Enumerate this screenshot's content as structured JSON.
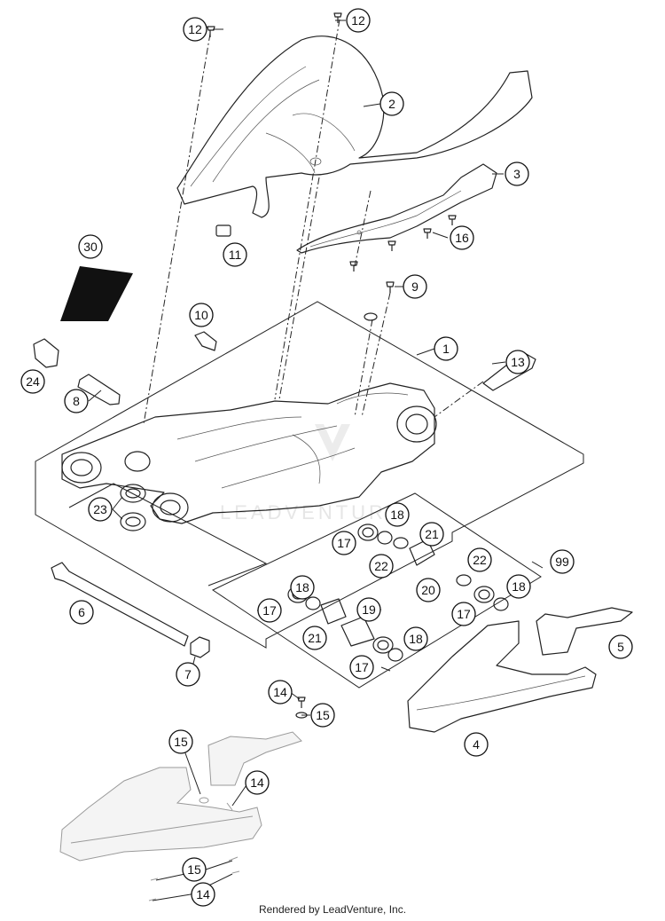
{
  "callouts": [
    {
      "id": "c12a",
      "label": "12"
    },
    {
      "id": "c12b",
      "label": "12"
    },
    {
      "id": "c2",
      "label": "2"
    },
    {
      "id": "c3",
      "label": "3"
    },
    {
      "id": "c16",
      "label": "16"
    },
    {
      "id": "c11",
      "label": "11"
    },
    {
      "id": "c30",
      "label": "30"
    },
    {
      "id": "c9",
      "label": "9"
    },
    {
      "id": "c10",
      "label": "10"
    },
    {
      "id": "c1",
      "label": "1"
    },
    {
      "id": "c13",
      "label": "13"
    },
    {
      "id": "c24",
      "label": "24"
    },
    {
      "id": "c8",
      "label": "8"
    },
    {
      "id": "c23",
      "label": "23"
    },
    {
      "id": "c18a",
      "label": "18"
    },
    {
      "id": "c17a",
      "label": "17"
    },
    {
      "id": "c21a",
      "label": "21"
    },
    {
      "id": "c22a",
      "label": "22"
    },
    {
      "id": "c22b",
      "label": "22"
    },
    {
      "id": "c99",
      "label": "99"
    },
    {
      "id": "c20",
      "label": "20"
    },
    {
      "id": "c18b",
      "label": "18"
    },
    {
      "id": "c17b",
      "label": "17"
    },
    {
      "id": "c18c",
      "label": "18"
    },
    {
      "id": "c19",
      "label": "19"
    },
    {
      "id": "c17c",
      "label": "17"
    },
    {
      "id": "c6",
      "label": "6"
    },
    {
      "id": "c21b",
      "label": "21"
    },
    {
      "id": "c18d",
      "label": "18"
    },
    {
      "id": "c17d",
      "label": "17"
    },
    {
      "id": "c5",
      "label": "5"
    },
    {
      "id": "c7",
      "label": "7"
    },
    {
      "id": "c14a",
      "label": "14"
    },
    {
      "id": "c15a",
      "label": "15"
    },
    {
      "id": "c4",
      "label": "4"
    },
    {
      "id": "c15b",
      "label": "15"
    },
    {
      "id": "c14b",
      "label": "14"
    },
    {
      "id": "c15c",
      "label": "15"
    },
    {
      "id": "c14c",
      "label": "14"
    }
  ],
  "watermark": "LEADVENTURE",
  "footer": "Rendered by LeadVenture, Inc."
}
